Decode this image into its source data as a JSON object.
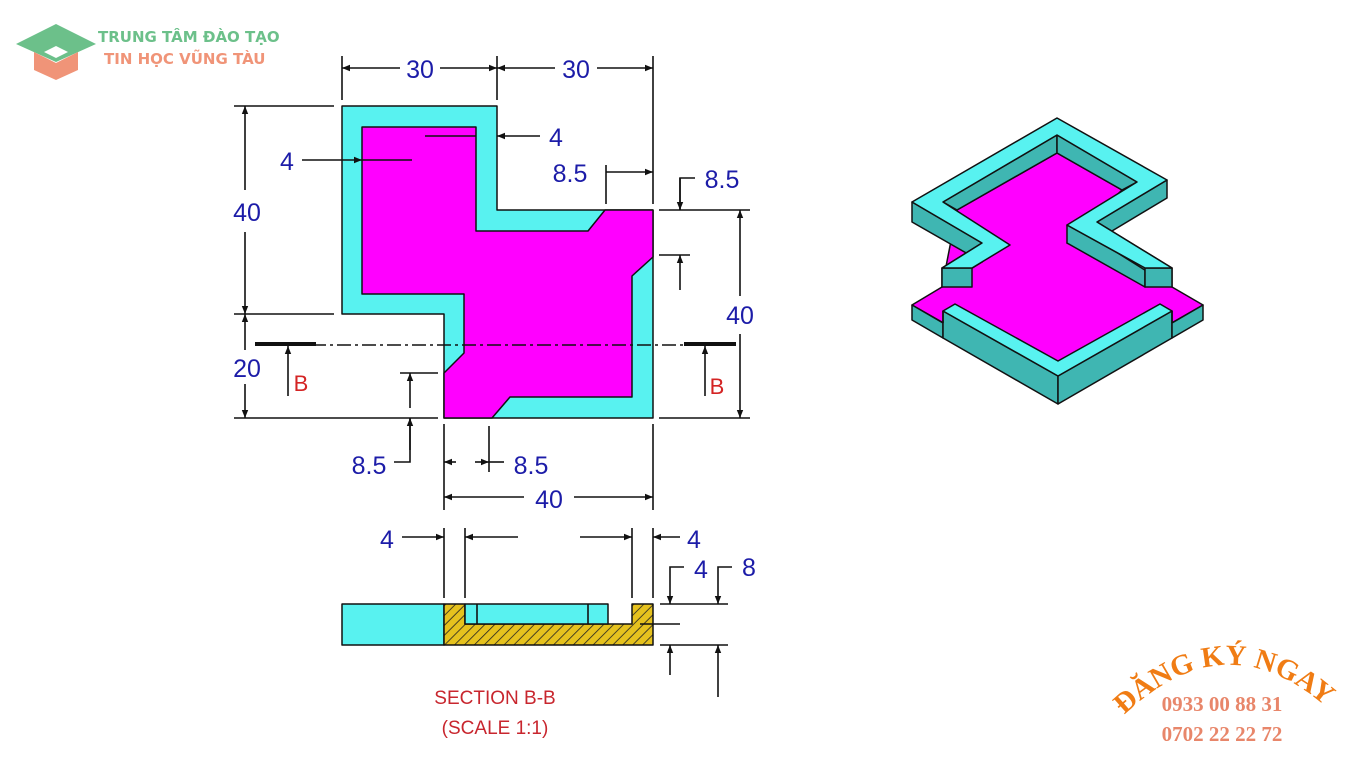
{
  "logo": {
    "line1": "TRUNG TÂM ĐÀO TẠO",
    "line2": "TIN HỌC VŨNG TÀU",
    "icon": "graduation-cap-icon"
  },
  "promo": {
    "headline": "ĐĂNG KÝ NGAY",
    "phone1": "0933 00 88 31",
    "phone2": "0702 22 22 72"
  },
  "plan_view": {
    "dims": {
      "top_left_width": "30",
      "top_right_width": "30",
      "left_wall": "4",
      "top_wall": "4",
      "chamfer_top_h": "8.5",
      "chamfer_right_v": "8.5",
      "left_height": "40",
      "right_height": "40",
      "left_lower": "20",
      "chamfer_bottom_v": "8.5",
      "chamfer_bottom_h": "8.5",
      "bottom_width": "40"
    },
    "section_marks": [
      "B",
      "B"
    ]
  },
  "section_view": {
    "dims": {
      "left_wall": "4",
      "right_wall": "4",
      "floor": "4",
      "total_height": "8"
    },
    "title": "SECTION B-B",
    "scale": "(SCALE 1:1)"
  },
  "colors": {
    "cyan": "#58f2f0",
    "magenta": "#ff00ff",
    "teal_side": "#3fb6b2",
    "hatch": "#e6c21e",
    "dim_text": "#1c1ca8",
    "label_red": "#d42424"
  }
}
